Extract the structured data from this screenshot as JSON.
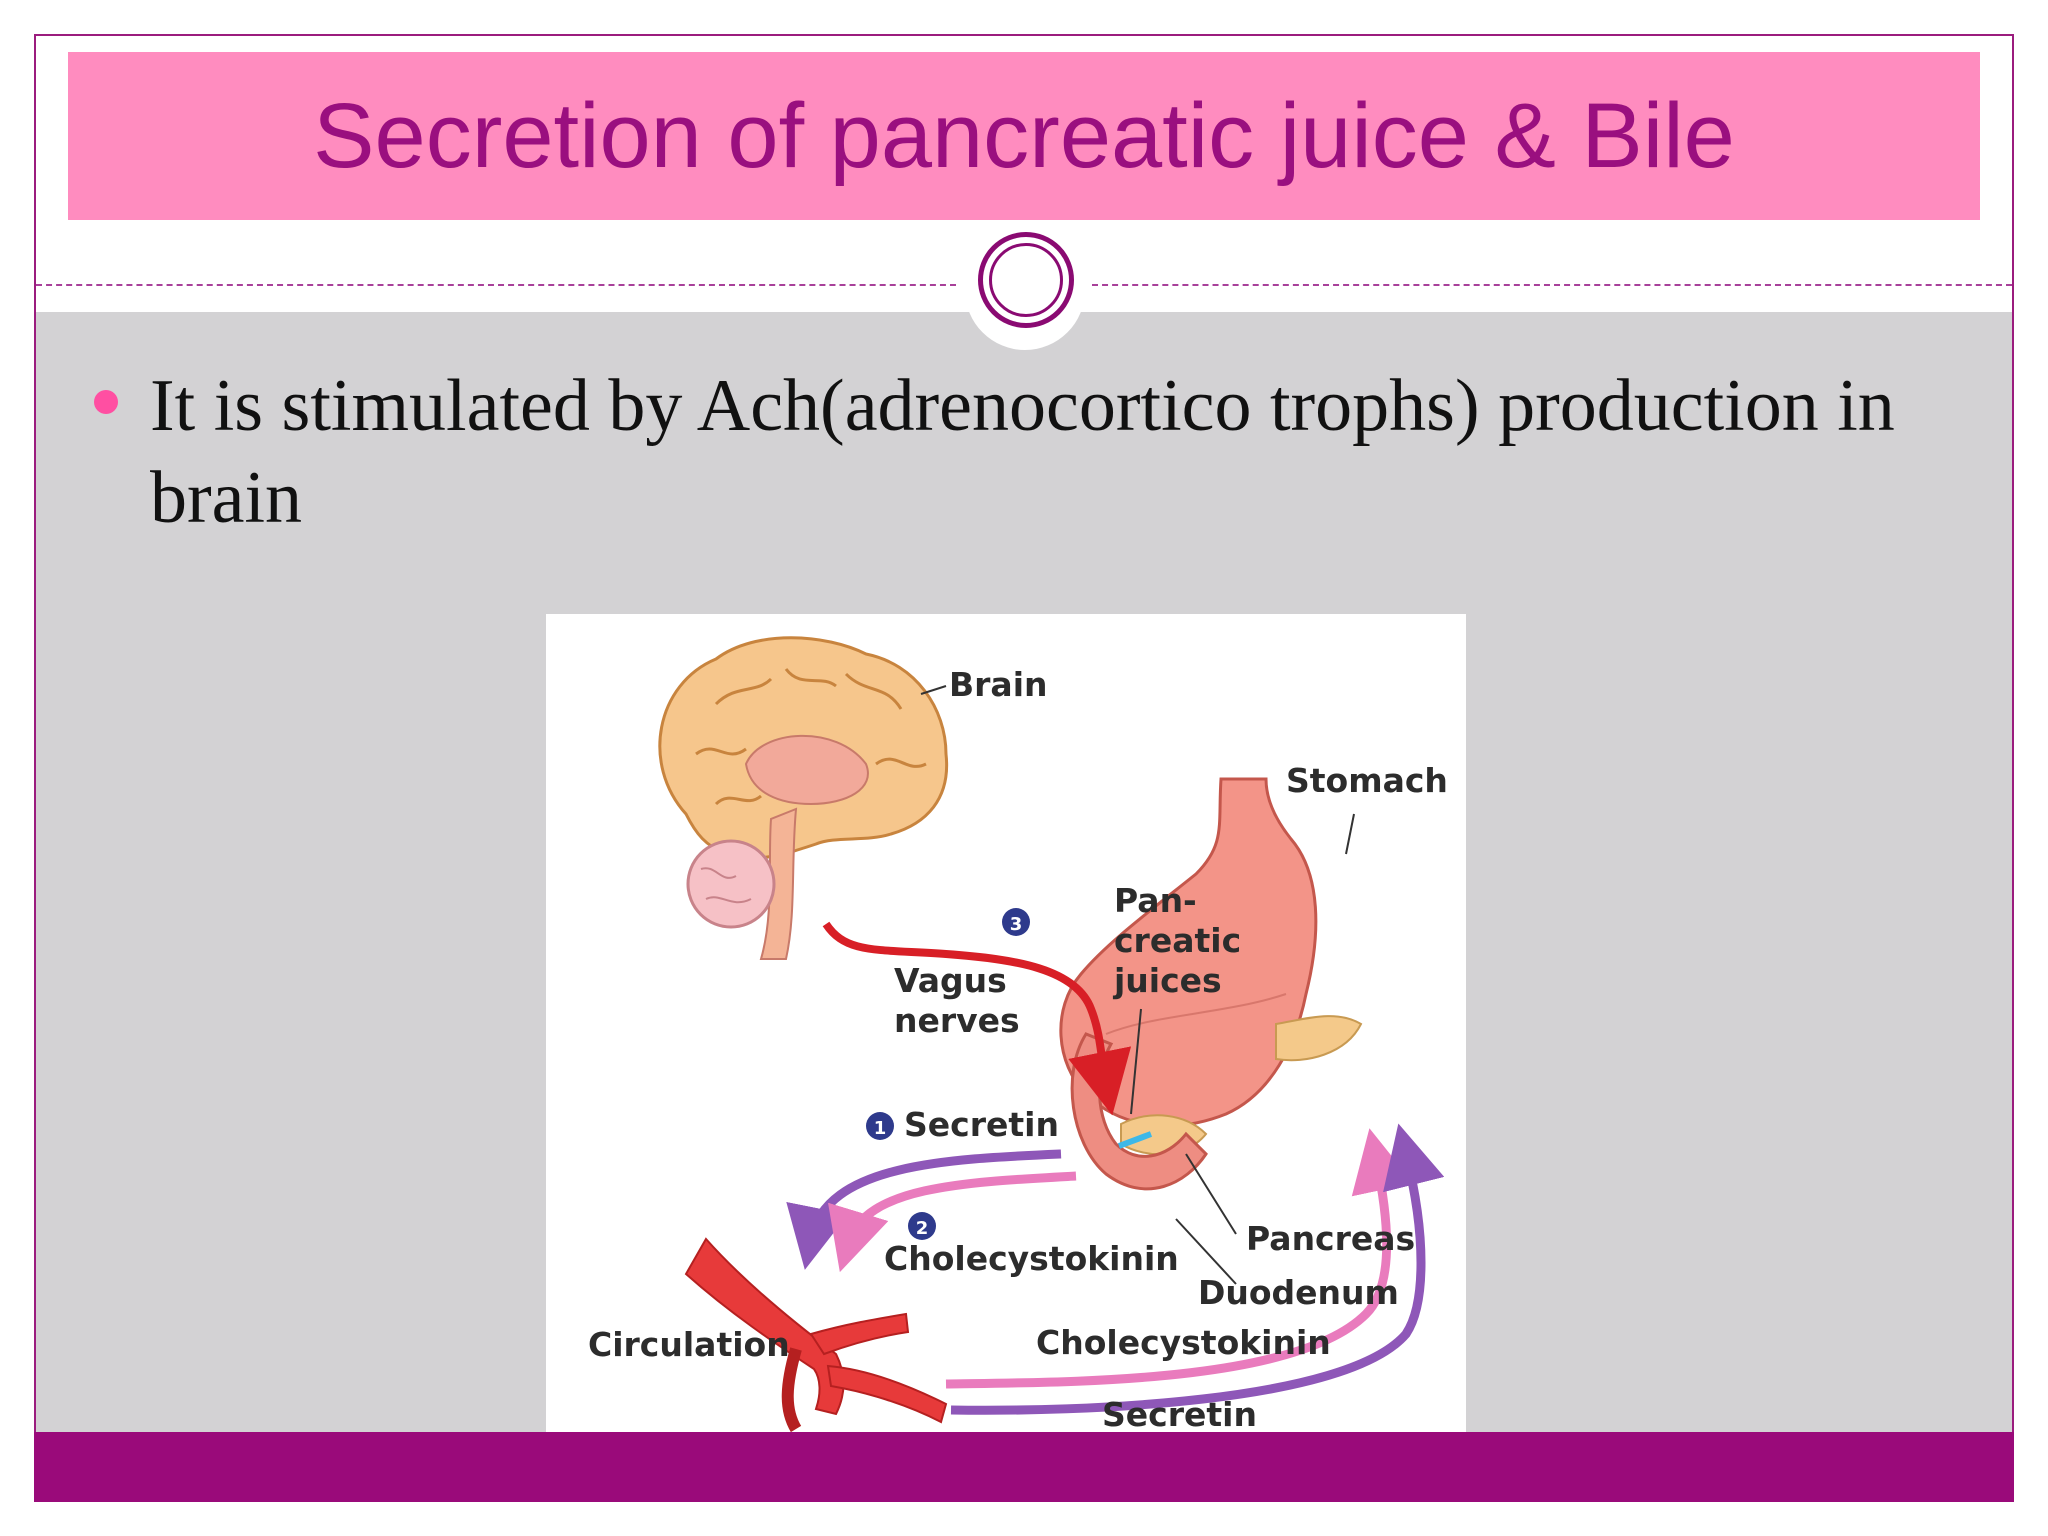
{
  "slide": {
    "title": "Secretion of pancreatic juice & Bile",
    "bullet": "It is stimulated by Ach(adrenocortico trophs) production in brain"
  },
  "diagram": {
    "labels": {
      "brain": "Brain",
      "stomach": "Stomach",
      "pancreatic_juices": [
        "Pan-",
        "creatic",
        "juices"
      ],
      "vagus_nerves": [
        "Vagus",
        "nerves"
      ],
      "secretin_top": "Secretin",
      "cholecystokinin_top": "Cholecystokinin",
      "pancreas": "Pancreas",
      "duodenum": "Duodenum",
      "circulation": "Circulation",
      "cholecystokinin_bottom": "Cholecystokinin",
      "secretin_bottom": "Secretin"
    },
    "step_numbers": [
      "1",
      "2",
      "3"
    ]
  },
  "colors": {
    "title_bar": "#ff8cbf",
    "title_text": "#9a0f7f",
    "content_bg": "#d3d2d4",
    "footer": "#9a0a7a",
    "bullet": "#ff4fa2"
  }
}
